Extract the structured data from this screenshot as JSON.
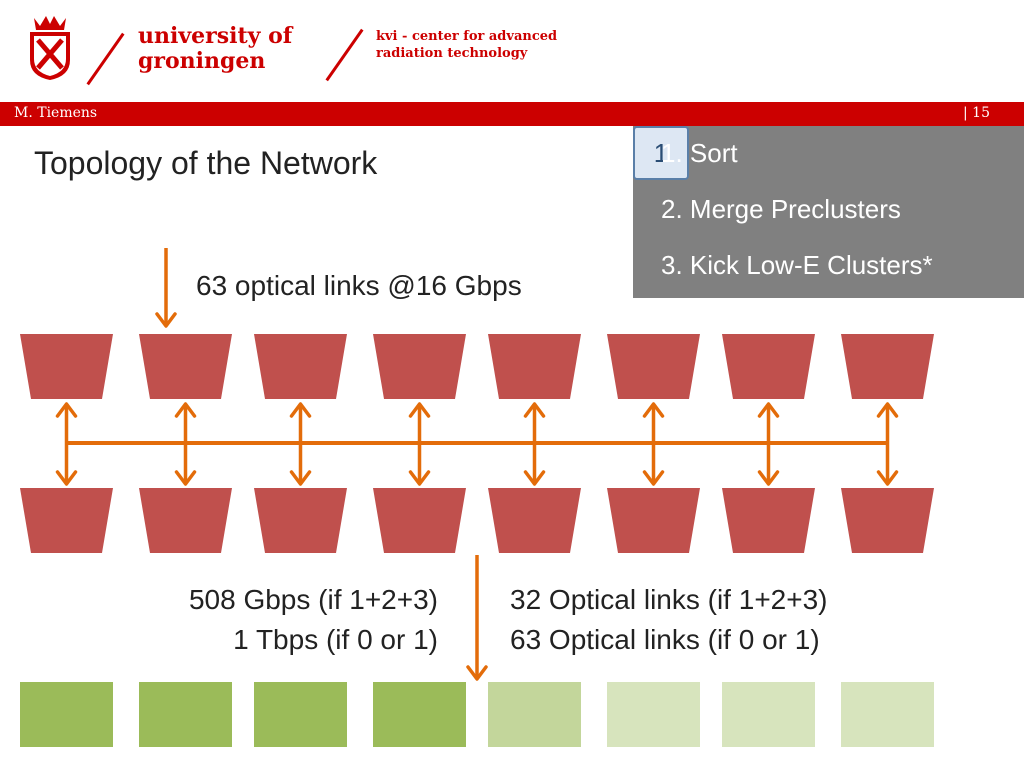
{
  "header": {
    "university_line1": "university of",
    "university_line2": "groningen",
    "institute_line1": "kvi - center for advanced",
    "institute_line2": "radiation technology",
    "author": "M. Tiemens",
    "page_number": "| 15"
  },
  "slide": {
    "title": "Topology of the Network",
    "input_links": "63 optical links @16 Gbps",
    "bandwidth_line1": "508 Gbps (if 1+2+3)",
    "bandwidth_line2": "1 Tbps (if 0 or 1)",
    "output_links_line1": "32 Optical links (if 1+2+3)",
    "output_links_line2": "63 Optical links (if 0 or 1)"
  },
  "steps_panel": {
    "items": [
      "1. Sort",
      "2. Merge Preclusters",
      "3. Kick Low-E Clusters*"
    ],
    "badge": "1"
  },
  "network": {
    "upper_node_count": 8,
    "lower_node_count": 8,
    "output_node_count": 8,
    "output_active": [
      true,
      true,
      true,
      true,
      false,
      false,
      false,
      false
    ],
    "output_shade": [
      "dark",
      "dark",
      "dark",
      "dark",
      "mid",
      "light",
      "light",
      "light"
    ]
  },
  "colors": {
    "brand_red": "#cc0000",
    "node_red": "#c0504d",
    "arrow_orange": "#e36c0a",
    "panel_gray": "#808080",
    "green_dark": "#9bbb59",
    "green_mid": "#c3d69b",
    "green_light": "#d7e4bd"
  }
}
